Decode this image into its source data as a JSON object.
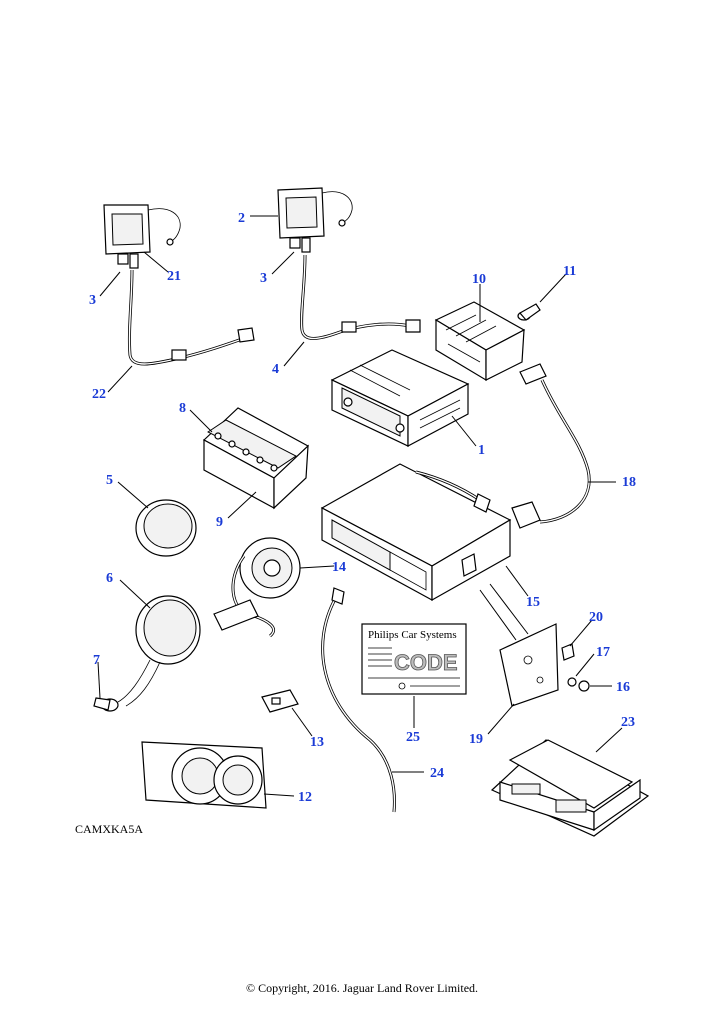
{
  "callouts": {
    "c1": "1",
    "c2": "2",
    "c3a": "3",
    "c3b": "3",
    "c4": "4",
    "c5": "5",
    "c6": "6",
    "c7": "7",
    "c8": "8",
    "c9": "9",
    "c10": "10",
    "c11": "11",
    "c12": "12",
    "c13": "13",
    "c14": "14",
    "c15": "15",
    "c16": "16",
    "c17": "17",
    "c18": "18",
    "c19": "19",
    "c20": "20",
    "c21": "21",
    "c22": "22",
    "c23": "23",
    "c24": "24",
    "c25": "25"
  },
  "security_card": {
    "title": "Philips Car Systems",
    "code_word": "CODE"
  },
  "drawing_code": "CAMXKA5A",
  "copyright": "© Copyright, 2016. Jaguar Land Rover Limited.",
  "colors": {
    "callout": "#1a3bd6",
    "line": "#000000",
    "background": "#ffffff"
  }
}
